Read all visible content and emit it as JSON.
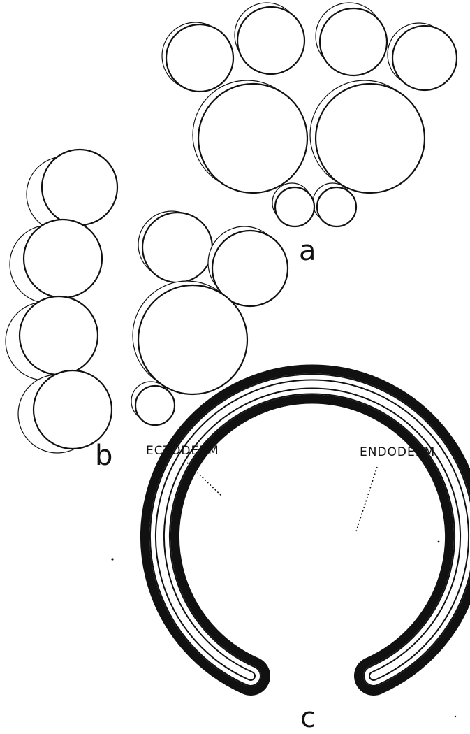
{
  "panels": {
    "a": {
      "letter": "a"
    },
    "b": {
      "letter": "b"
    },
    "c": {
      "letter": "c"
    }
  },
  "labels": {
    "ectoderm": "ECTODERM",
    "endoderm": "ENDODERM"
  },
  "colors": {
    "ink": "#111111",
    "paper": "#ffffff"
  }
}
